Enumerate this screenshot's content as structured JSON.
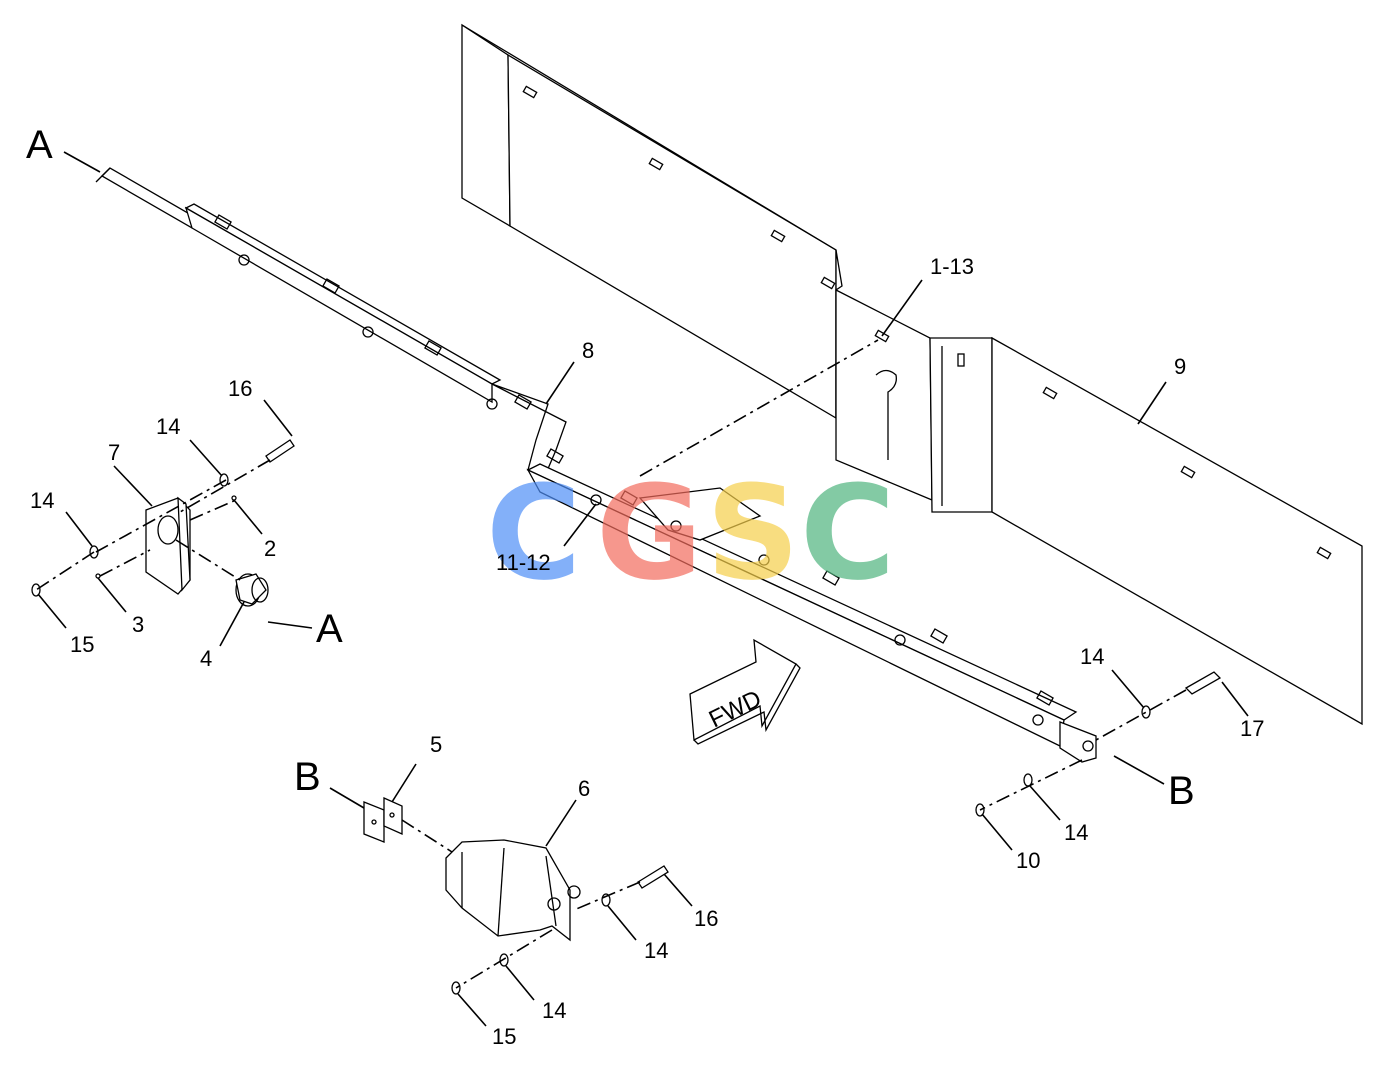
{
  "diagram": {
    "callouts": {
      "a_top": "A",
      "a_right": "A",
      "b_left": "B",
      "b_right": "B",
      "c1_13": "1-13",
      "c2": "2",
      "c3": "3",
      "c4": "4",
      "c5": "5",
      "c6": "6",
      "c7": "7",
      "c8": "8",
      "c9": "9",
      "c10": "10",
      "c11_12": "11-12",
      "c14_a": "14",
      "c14_b": "14",
      "c14_c": "14",
      "c14_d": "14",
      "c14_e": "14",
      "c14_f": "14",
      "c15_a": "15",
      "c15_b": "15",
      "c16_a": "16",
      "c16_b": "16",
      "c17": "17"
    },
    "fwd_arrow": "FWD",
    "watermark": {
      "letters": [
        "C",
        "G",
        "S",
        "C"
      ],
      "colors": [
        "#4f8ff7",
        "#f36c5d",
        "#f6cf4b",
        "#4fb57e"
      ]
    }
  }
}
